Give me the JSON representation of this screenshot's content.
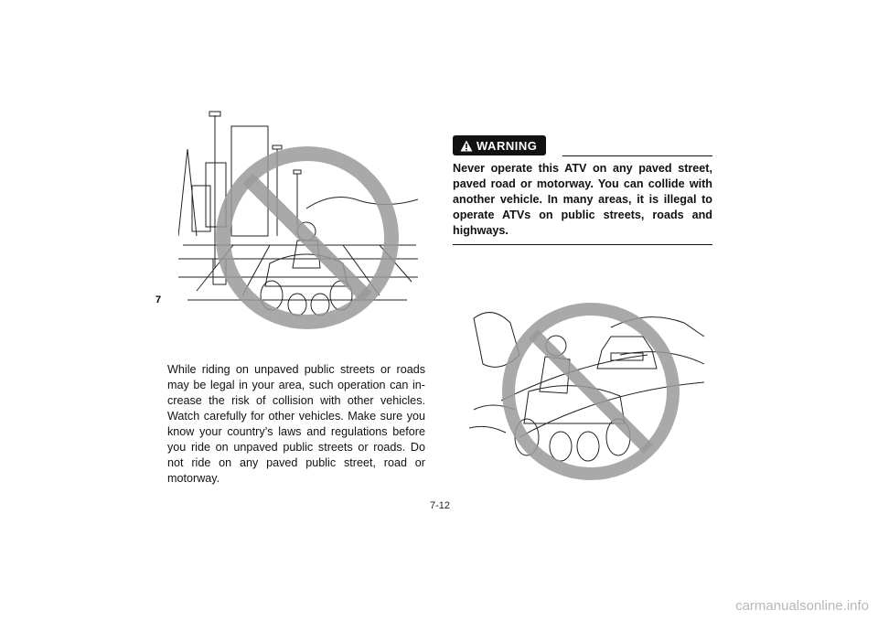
{
  "chapter_tab": "7",
  "body_text": "While riding on unpaved public streets or roads may be legal in your area, such operation can in-crease the risk of collision with other vehicles. Watch carefully for other vehicles. Make sure you know your country’s laws and regulations before you ride on unpaved public streets or roads. Do not ride on any paved public street, road or motorway.",
  "warning": {
    "label": "WARNING",
    "text": "Never operate this ATV on any paved street, paved road or motorway. You can collide with another vehicle. In many areas, it is illegal to operate ATVs on public streets, roads and highways."
  },
  "page_number": "7-12",
  "watermark": "carmanualsonline.info",
  "colors": {
    "prohibition_circle": "#9a9a9a",
    "text": "#111111",
    "watermark": "#b8b8b8"
  },
  "icons": [
    "warning-triangle-icon"
  ]
}
